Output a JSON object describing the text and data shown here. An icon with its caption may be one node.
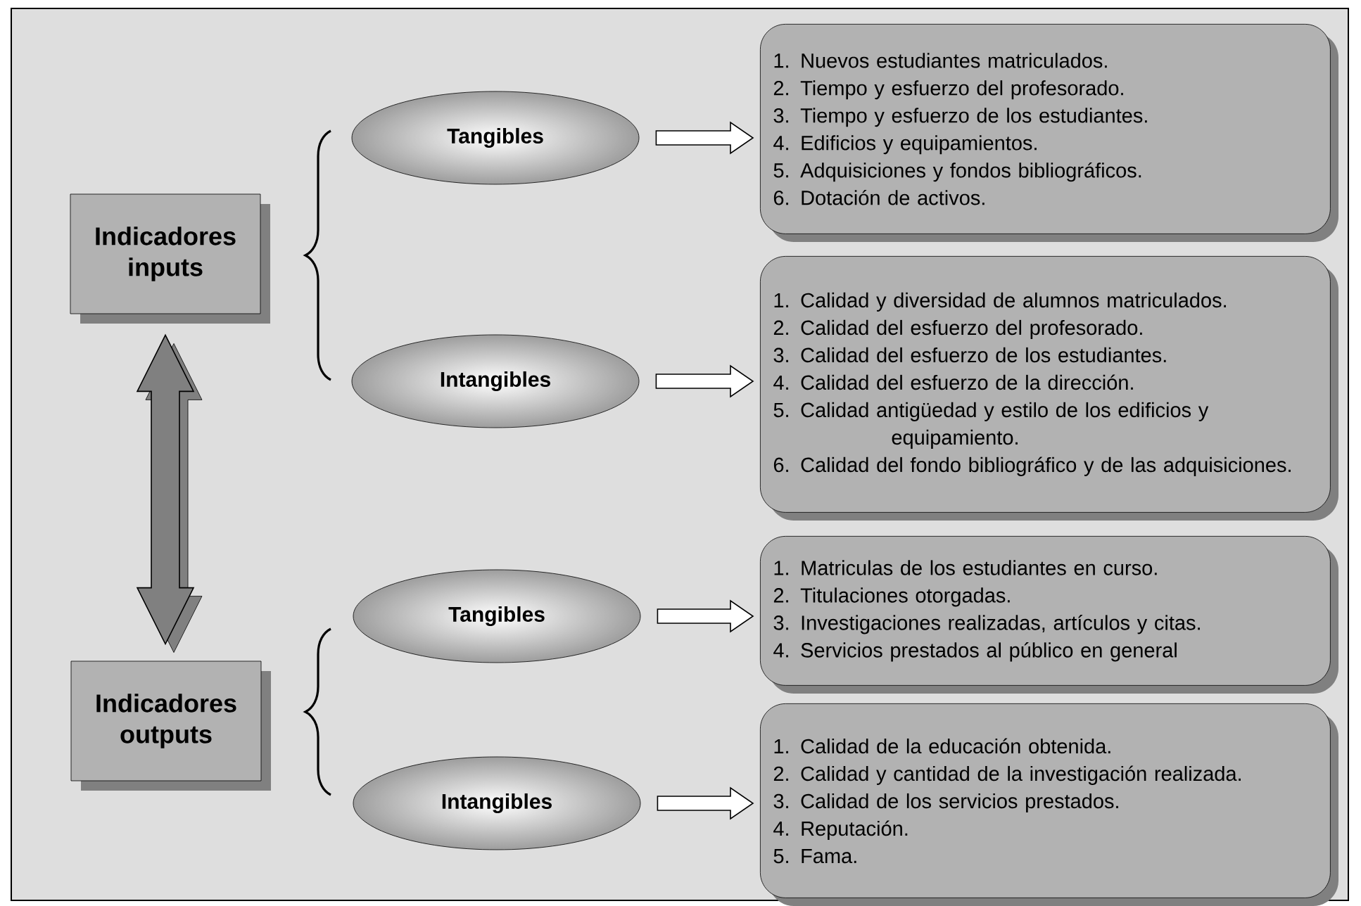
{
  "diagram": {
    "nodes": [
      {
        "text": [
          "Indicadores inputs"
        ]
      },
      {
        "text": [
          "Tangibles"
        ]
      },
      {
        "text": [
          "Intangibles"
        ]
      },
      {
        "text": [
          "1. Nuevos estudiantes matriculados.",
          "2. Tiempo y esfuerzo del profesorado.",
          "3. Tiempo y esfuerzo de los estudiantes.",
          "4. Edificios y equipamientos.",
          "5. Adquisiciones y fondos bibliográficos.",
          "6. Dotación de activos."
        ]
      },
      {
        "text": [
          "1. Calidad y diversidad de alumnos matriculados.",
          "2. Calidad del esfuerzo del profesorado.",
          "3. Calidad del esfuerzo de los estudiantes.",
          "4. Calidad del esfuerzo de la dirección.",
          "5. Calidad antigüedad y estilo de los edificios y equipamiento.",
          "6. Calidad del fondo bibliográfico y de las adquisiciones."
        ]
      },
      {
        "text": [
          "Indicadores outputs"
        ]
      },
      {
        "text": [
          "Tangibles"
        ]
      },
      {
        "text": [
          "Intangibles"
        ]
      },
      {
        "text": [
          "1. Matriculas de los estudiantes en curso.",
          "2. Titulaciones otorgadas.",
          "3. Investigaciones realizadas, artículos y citas.",
          "4. Servicios prestados al público en general"
        ]
      },
      {
        "text": [
          "1. Calidad de la educación obtenida.",
          "2. Calidad y cantidad de la investigación realizada.",
          "3. Calidad de los servicios prestados.",
          "4. Reputación.",
          "5. Fama."
        ]
      }
    ],
    "edges": [
      {
        "from": 1,
        "to": 3,
        "arrow": "to"
      },
      {
        "from": 2,
        "to": 4,
        "arrow": "to"
      },
      {
        "from": 6,
        "to": 8,
        "arrow": "to"
      },
      {
        "from": 7,
        "to": 9,
        "arrow": "to"
      },
      {
        "from": 0,
        "to": 5,
        "arrow": "both",
        "color": "#808080"
      }
    ]
  }
}
